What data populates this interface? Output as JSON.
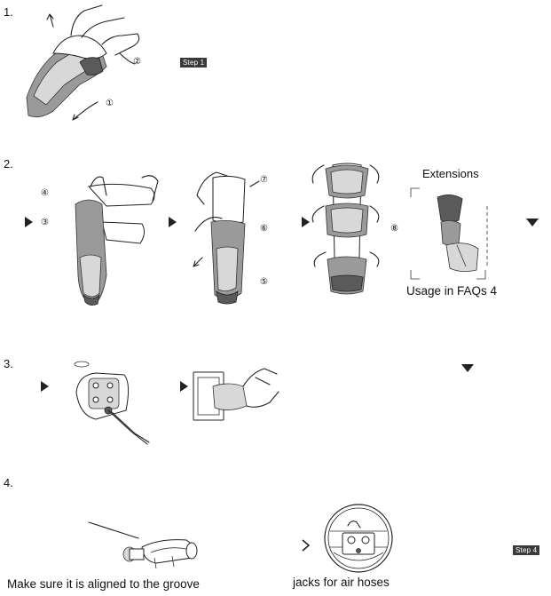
{
  "steps": [
    {
      "number": "1.",
      "tag": "Step 1",
      "markers": [
        "②",
        "①"
      ]
    },
    {
      "number": "2.",
      "markers": [
        "④",
        "③",
        "⑦",
        "⑥",
        "⑤",
        "⑧"
      ],
      "extensions_label": "Extensions",
      "faq_caption": "Usage in FAQs 4"
    },
    {
      "number": "3."
    },
    {
      "number": "4.",
      "tag": "Step 4",
      "caption_left": "Make sure it is aligned to the groove",
      "caption_right": "jacks for air hoses"
    }
  ],
  "icons": [
    "arrow-right-triangle-icon",
    "arrow-down-triangle-icon",
    "chevron-right-icon"
  ]
}
